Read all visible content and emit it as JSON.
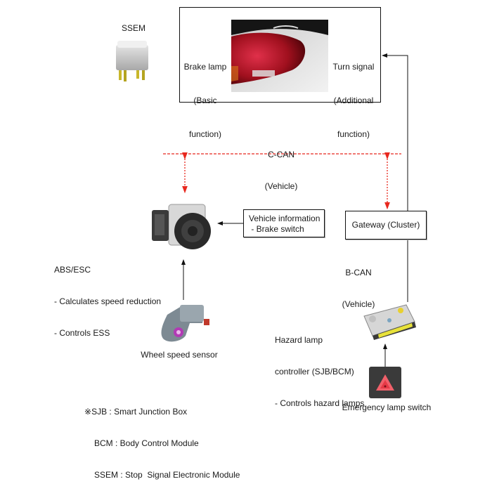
{
  "ssem": {
    "label": "SSEM"
  },
  "lamp_box": {
    "left_label": [
      "Brake lamp",
      "(Basic",
      "function)"
    ],
    "right_label": [
      "Turn signal",
      "(Additional",
      "function)"
    ]
  },
  "c_can": {
    "line1": "C-CAN",
    "line2": "(Vehicle)"
  },
  "b_can": {
    "line1": "B-CAN",
    "line2": "(Vehicle)"
  },
  "abs": {
    "title": "ABS/ESC",
    "items": [
      "- Calculates speed reduction",
      "- Controls ESS"
    ]
  },
  "vehicle_info": {
    "line1": "Vehicle information",
    "line2": " - Brake switch"
  },
  "gateway": {
    "label": "Gateway (Cluster)"
  },
  "wheel_sensor": {
    "label": "Wheel speed sensor"
  },
  "hazard": {
    "lines": [
      "Hazard lamp",
      "controller (SJB/BCM)",
      "- Controls hazard lamps"
    ]
  },
  "emergency_switch": {
    "label": "Emergency lamp switch"
  },
  "legend": {
    "mark": "※",
    "items": [
      "SJB : Smart Junction Box",
      "BCM : Body Control Module",
      "SSEM : Stop  Signal Electronic Module"
    ]
  },
  "colors": {
    "can_line": "#e8281e",
    "wire": "#111111"
  }
}
